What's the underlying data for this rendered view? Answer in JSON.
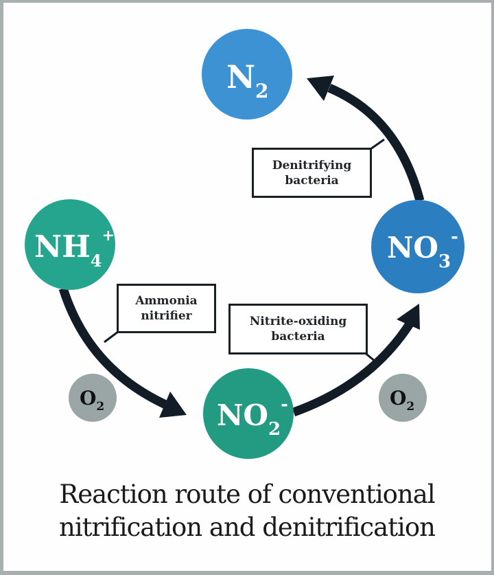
{
  "nodes": {
    "n2": {
      "main": "N",
      "sub": "2",
      "sup": "",
      "color": "#3c92d2"
    },
    "nh4": {
      "main": "NH",
      "sub": "4",
      "sup": "+",
      "color": "#25a58d"
    },
    "no3": {
      "main": "NO",
      "sub": "3",
      "sup": "-",
      "color": "#2b7fc0"
    },
    "no2": {
      "main": "NO",
      "sub": "2",
      "sup": "-",
      "color": "#239a82"
    },
    "o2_left": {
      "main": "O",
      "sub": "2",
      "sup": "",
      "color": "#9aa6a5"
    },
    "o2_right": {
      "main": "O",
      "sub": "2",
      "sup": "",
      "color": "#9aa6a5"
    }
  },
  "labels": {
    "denitrifying": {
      "line1": "Denitrifying",
      "line2": "bacteria"
    },
    "ammonia": {
      "line1": "Ammonia",
      "line2": "nitrifier"
    },
    "nitrite": {
      "line1": "Nitrite-oxiding",
      "line2": "bacteria"
    }
  },
  "caption": {
    "line1": "Reaction route of conventional",
    "line2": "nitrification and denitrification"
  },
  "colors": {
    "arrow": "#121c26",
    "box_border": "#1a1f24"
  }
}
